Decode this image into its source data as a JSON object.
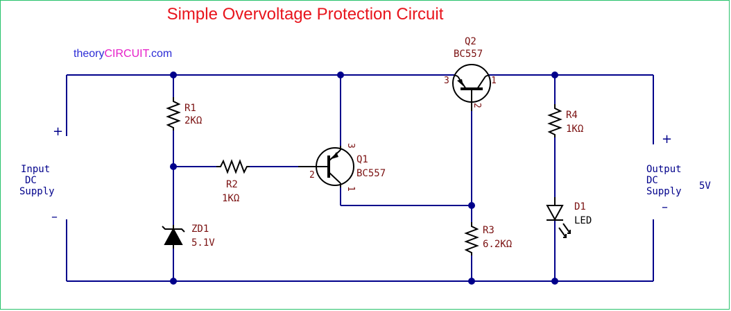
{
  "title": "Simple Overvoltage Protection Circuit",
  "brand": {
    "part1": "theory",
    "part2": "CIRCUIT",
    "part3": ".com"
  },
  "input": {
    "line1": "Input",
    "line2": "DC",
    "line3": "Supply",
    "plus": "+",
    "minus": "–"
  },
  "output": {
    "line1": "Output",
    "line2": "DC",
    "line3": "Supply",
    "plus": "+",
    "minus": "–",
    "voltage": "5V"
  },
  "components": {
    "r1": {
      "ref": "R1",
      "value": "2KΩ"
    },
    "r2": {
      "ref": "R2",
      "value": "1KΩ"
    },
    "r3": {
      "ref": "R3",
      "value": "6.2KΩ"
    },
    "r4": {
      "ref": "R4",
      "value": "1KΩ"
    },
    "zd1": {
      "ref": "ZD1",
      "value": "5.1V"
    },
    "d1": {
      "ref": "D1",
      "value": "LED"
    },
    "q1": {
      "ref": "Q1",
      "value": "BC557",
      "pin1": "1",
      "pin2": "2",
      "pin3": "3"
    },
    "q2": {
      "ref": "Q2",
      "value": "BC557",
      "pin1": "1",
      "pin2": "2",
      "pin3": "3"
    }
  },
  "colors": {
    "title": "#e8141c",
    "brand_blue": "#2b2bd6",
    "brand_magenta": "#e61ec8",
    "wire": "#00008b",
    "label": "#7a1010",
    "border": "#26c26a"
  }
}
